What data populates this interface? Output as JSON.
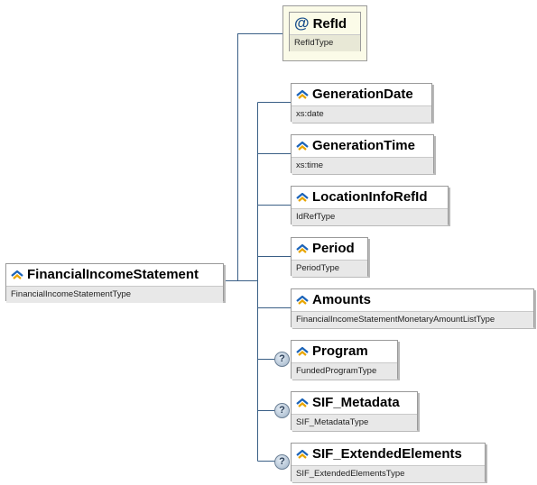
{
  "root": {
    "name": "FinancialIncomeStatement",
    "type": "FinancialIncomeStatementType"
  },
  "attribute": {
    "name": "RefId",
    "type": "RefIdType",
    "icon": "at-icon"
  },
  "elements": [
    {
      "name": "GenerationDate",
      "type": "xs:date",
      "optional": false
    },
    {
      "name": "GenerationTime",
      "type": "xs:time",
      "optional": false
    },
    {
      "name": "LocationInfoRefId",
      "type": "IdRefType",
      "optional": false
    },
    {
      "name": "Period",
      "type": "PeriodType",
      "optional": false
    },
    {
      "name": "Amounts",
      "type": "FinancialIncomeStatementMonetaryAmountListType",
      "optional": false
    },
    {
      "name": "Program",
      "type": "FundedProgramType",
      "optional": true
    },
    {
      "name": "SIF_Metadata",
      "type": "SIF_MetadataType",
      "optional": true
    },
    {
      "name": "SIF_ExtendedElements",
      "type": "SIF_ExtendedElementsType",
      "optional": true
    }
  ],
  "optional_marker": "?",
  "colors": {
    "connector": "#3a5f86",
    "attribute_bg": "#fbfbe8",
    "type_bg": "#e8e8e8"
  }
}
